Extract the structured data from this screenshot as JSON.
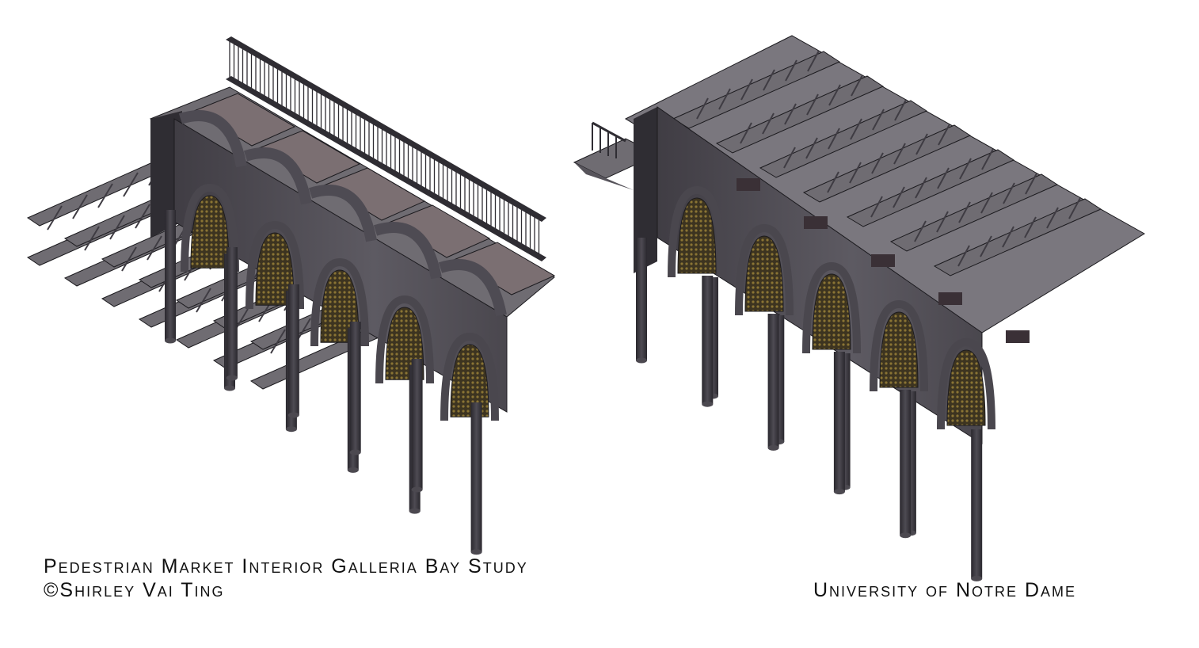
{
  "captions": {
    "title": "Pedestrian Market Interior Galleria Bay Study",
    "author": "©Shirley   Vai   Ting",
    "institution": "University of Notre Dame"
  },
  "palette": {
    "background": "#ffffff",
    "beam_top": "#6f6c72",
    "beam_side": "#3f3c43",
    "vault_face": "#57545b",
    "vault_shadow": "#403d44",
    "roof_slab": "#7b6f72",
    "column": "#36333a",
    "column_highlight": "#4c4950",
    "railing": "#2f2d33",
    "arch_lattice": "#6b5a2a",
    "outline": "#1b1a1e"
  },
  "models": [
    {
      "name": "bay-study-left",
      "bays": 5
    },
    {
      "name": "bay-study-right",
      "bays": 5
    }
  ]
}
